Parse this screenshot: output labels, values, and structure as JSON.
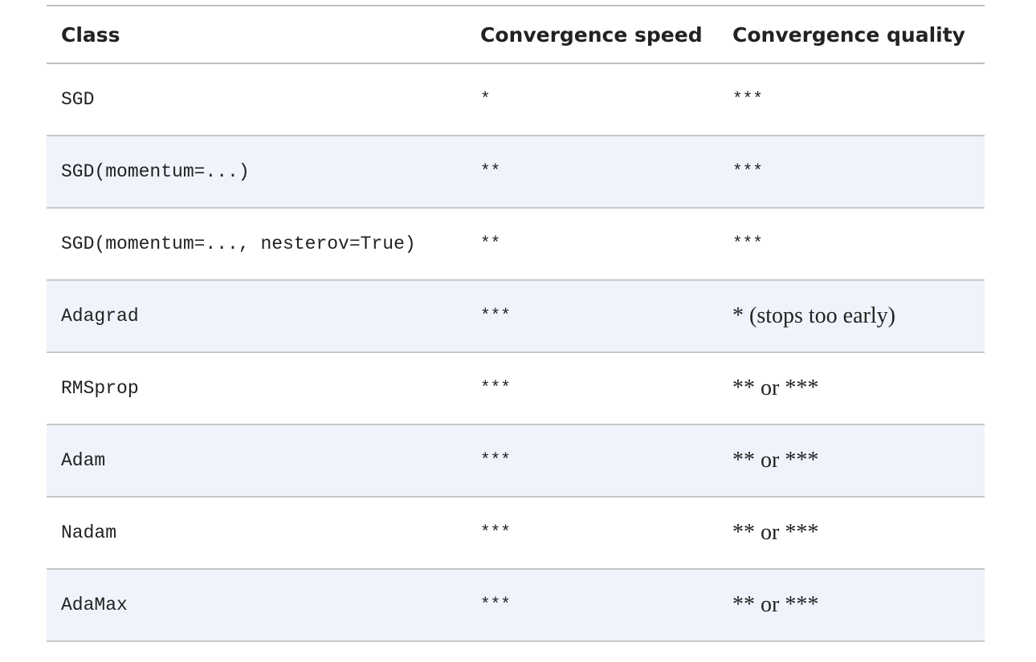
{
  "table": {
    "headers": {
      "class": "Class",
      "speed": "Convergence speed",
      "quality": "Convergence quality"
    },
    "rows": [
      {
        "class": "SGD",
        "speed": "*",
        "quality": "***"
      },
      {
        "class": "SGD(momentum=...)",
        "speed": "**",
        "quality": "***"
      },
      {
        "class": "SGD(momentum=..., nesterov=True)",
        "speed": "**",
        "quality": "***"
      },
      {
        "class": "Adagrad",
        "speed": "***",
        "quality": "* (stops too early)"
      },
      {
        "class": "RMSprop",
        "speed": "***",
        "quality": "** or ***"
      },
      {
        "class": "Adam",
        "speed": "***",
        "quality": "** or ***"
      },
      {
        "class": "Nadam",
        "speed": "***",
        "quality": "** or ***"
      },
      {
        "class": "AdaMax",
        "speed": "***",
        "quality": "** or ***"
      }
    ]
  },
  "colors": {
    "stripe": "#eff3fb",
    "border": "#c8c8c8",
    "text": "#222222"
  }
}
